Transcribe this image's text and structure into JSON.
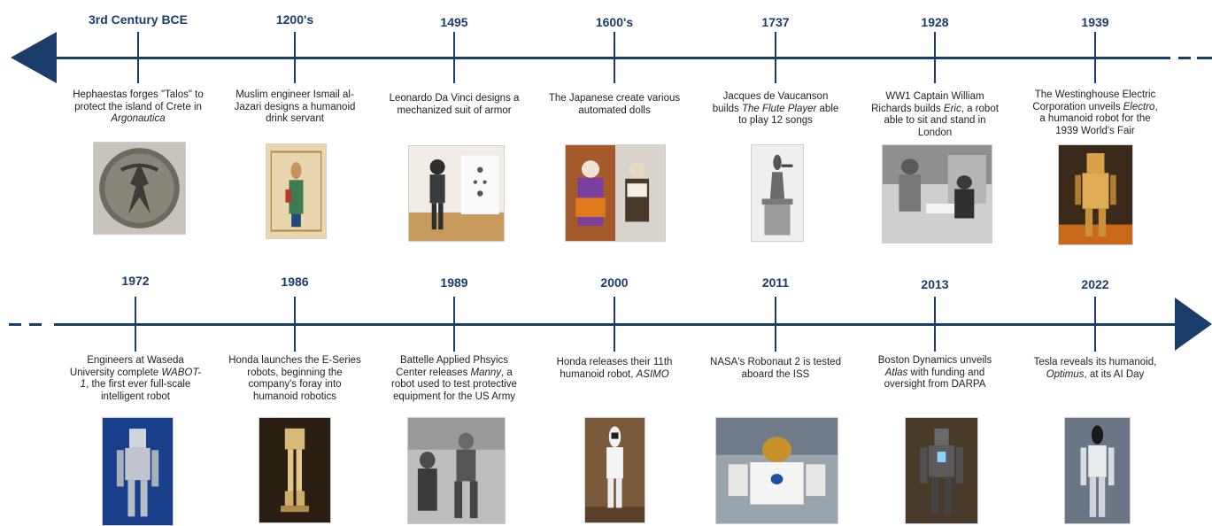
{
  "colors": {
    "axis": "#1b3d6b",
    "text": "#222222"
  },
  "rows": [
    {
      "direction": "left",
      "events": [
        {
          "year": "3rd Century BCE",
          "description_parts": [
            {
              "t": "Hephaestas forges \"Talos\" to protect the island of Crete in "
            },
            {
              "t": "Argonautica",
              "i": true
            }
          ],
          "image": "coin-talos"
        },
        {
          "year": "1200's",
          "description_parts": [
            {
              "t": "Muslim engineer Ismail al-Jazari designs a humanoid drink servant"
            }
          ],
          "image": "manuscript-servant"
        },
        {
          "year": "1495",
          "description_parts": [
            {
              "t": "Leonardo Da Vinci designs a mechanized suit of armor"
            }
          ],
          "image": "armor-suit"
        },
        {
          "year": "1600's",
          "description_parts": [
            {
              "t": "The Japanese create various automated dolls"
            }
          ],
          "image": "karakuri-dolls"
        },
        {
          "year": "1737",
          "description_parts": [
            {
              "t": "Jacques de Vaucanson builds "
            },
            {
              "t": "The Flute Player",
              "i": true
            },
            {
              "t": " able to play 12 songs"
            }
          ],
          "image": "flute-player"
        },
        {
          "year": "1928",
          "description_parts": [
            {
              "t": "WW1 Captain William Richards builds "
            },
            {
              "t": "Eric",
              "i": true
            },
            {
              "t": ", a robot able to sit and stand in London"
            }
          ],
          "image": "eric-robot"
        },
        {
          "year": "1939",
          "description_parts": [
            {
              "t": "The Westinghouse Electric Corporation unveils "
            },
            {
              "t": "Electro",
              "i": true
            },
            {
              "t": ", a humanoid robot for the 1939 World's Fair"
            }
          ],
          "image": "electro-robot"
        }
      ]
    },
    {
      "direction": "right",
      "events": [
        {
          "year": "1972",
          "description_parts": [
            {
              "t": "Engineers at Waseda University complete "
            },
            {
              "t": "WABOT-1",
              "i": true
            },
            {
              "t": ", the first ever full-scale intelligent robot"
            }
          ],
          "image": "wabot-1"
        },
        {
          "year": "1986",
          "description_parts": [
            {
              "t": "Honda launches the E-Series robots, beginning the company's foray into humanoid robotics"
            }
          ],
          "image": "honda-e-series"
        },
        {
          "year": "1989",
          "description_parts": [
            {
              "t": "Battelle Applied Phsyics Center releases "
            },
            {
              "t": "Manny",
              "i": true
            },
            {
              "t": ", a robot used to test protective equipment for the US Army"
            }
          ],
          "image": "manny-robot"
        },
        {
          "year": "2000",
          "description_parts": [
            {
              "t": "Honda releases their 11th humanoid robot, "
            },
            {
              "t": "ASIMO",
              "i": true
            }
          ],
          "image": "asimo"
        },
        {
          "year": "2011",
          "description_parts": [
            {
              "t": "NASA's Robonaut 2 is tested aboard the ISS"
            }
          ],
          "image": "robonaut-2"
        },
        {
          "year": "2013",
          "description_parts": [
            {
              "t": "Boston Dynamics unveils "
            },
            {
              "t": "Atlas",
              "i": true
            },
            {
              "t": " with funding and oversight from DARPA"
            }
          ],
          "image": "atlas-robot"
        },
        {
          "year": "2022",
          "description_parts": [
            {
              "t": "Tesla reveals its humanoid, "
            },
            {
              "t": "Optimus",
              "i": true
            },
            {
              "t": ", at its AI Day"
            }
          ],
          "image": "optimus-robot"
        }
      ]
    }
  ]
}
